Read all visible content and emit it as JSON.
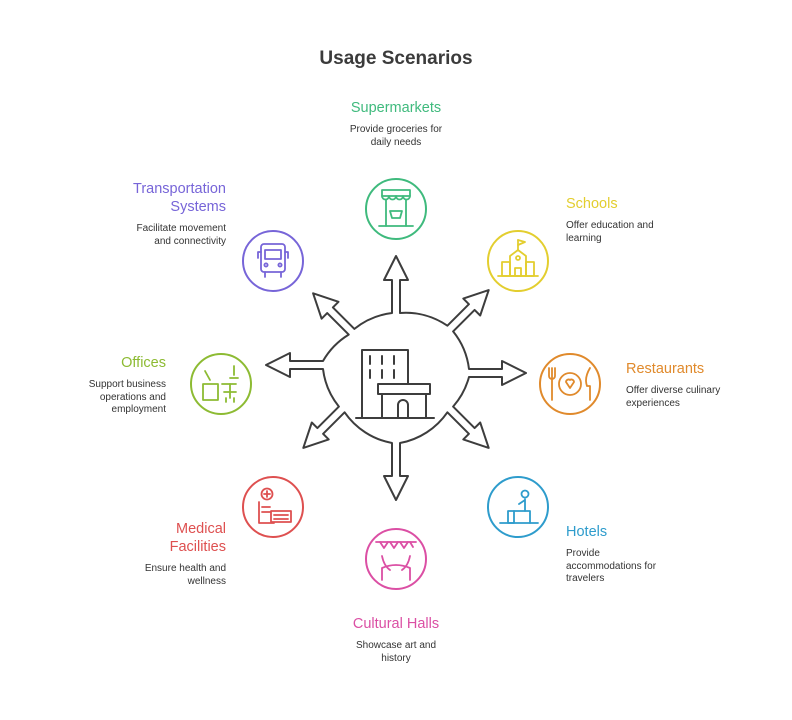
{
  "title": "Usage Scenarios",
  "colors": {
    "outline": "#3d3d3d",
    "supermarkets": "#3fba7d",
    "schools": "#e3ce2f",
    "restaurants": "#e08a2c",
    "hotels": "#2e9ccc",
    "cultural": "#db4fa4",
    "medical": "#de5050",
    "offices": "#8dbb33",
    "transport": "#7765d8"
  },
  "scenarios": [
    {
      "key": "supermarkets",
      "name": "Supermarkets",
      "desc": "Provide groceries for\ndaily needs",
      "icon": "market-stall-icon"
    },
    {
      "key": "schools",
      "name": "Schools",
      "desc": "Offer education and\nlearning",
      "icon": "school-building-icon"
    },
    {
      "key": "restaurants",
      "name": "Restaurants",
      "desc": "Offer diverse culinary\nexperiences",
      "icon": "plate-cutlery-icon"
    },
    {
      "key": "hotels",
      "name": "Hotels",
      "desc": "Provide\naccommodations for\ntravelers",
      "icon": "hotel-reception-icon"
    },
    {
      "key": "cultural",
      "name": "Cultural Halls",
      "desc": "Showcase art and\nhistory",
      "icon": "stage-curtain-icon"
    },
    {
      "key": "medical",
      "name": "Medical\nFacilities",
      "desc": "Ensure health and\nwellness",
      "icon": "medical-clipboard-icon"
    },
    {
      "key": "offices",
      "name": "Offices",
      "desc": "Support business\noperations and\nemployment",
      "icon": "office-desk-icon"
    },
    {
      "key": "transport",
      "name": "Transportation\nSystems",
      "desc": "Facilitate movement\nand connectivity",
      "icon": "bus-icon"
    }
  ]
}
